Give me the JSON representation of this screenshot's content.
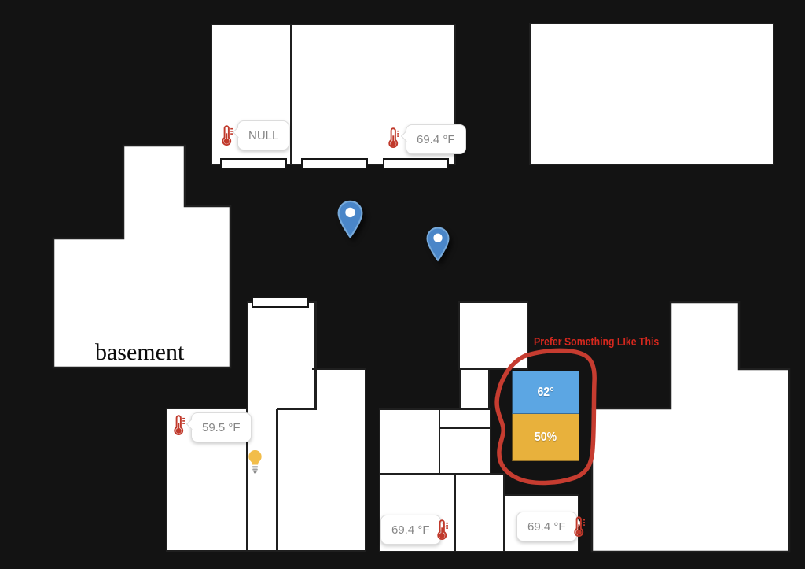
{
  "scene": {
    "background": "#131313",
    "room_fill": "#ffffff",
    "wall_color": "#1f1f1f"
  },
  "basement": {
    "label": "basement"
  },
  "sensors": {
    "upper_left": "NULL",
    "upper_right": "69.4 °F",
    "mid_left": "59.5 °F",
    "lower_middle": "69.4 °F",
    "lower_right": "69.4 °F"
  },
  "thermostat_widget": {
    "temperature": "62°",
    "humidity": "50%",
    "temperature_bg": "#5ca6e3",
    "humidity_bg": "#e8b13c",
    "text_color": "#ffffff"
  },
  "annotation": {
    "text": "Prefer Something LIke This",
    "text_color": "#d5281e",
    "circle_color": "#c63c30"
  },
  "icons": {
    "thermometer": "thermometer-icon",
    "thermometer_color": "#c0392b",
    "lightbulb": "lightbulb-icon",
    "lightbulb_color": "#f2bd4a",
    "map_pin": "map-pin-icon",
    "map_pin_color": "#4a86c8"
  }
}
